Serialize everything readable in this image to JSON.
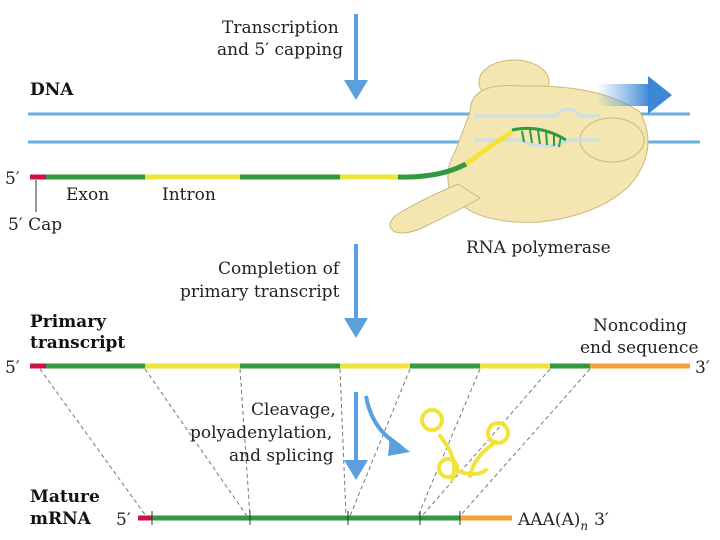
{
  "labels": {
    "step1_line1": "Transcription",
    "step1_line2": "and 5′ capping",
    "dna": "DNA",
    "five_prime_a": "5′",
    "exon": "Exon",
    "intron": "Intron",
    "cap": "5′ Cap",
    "rna_polymerase": "RNA polymerase",
    "step2_line1": "Completion of",
    "step2_line2": "primary transcript",
    "primary_line1": "Primary",
    "primary_line2": "transcript",
    "noncoding_line1": "Noncoding",
    "noncoding_line2": "end sequence",
    "five_prime_b": "5′",
    "three_prime_b": "3′",
    "step3_line1": "Cleavage,",
    "step3_line2": "polyadenylation,",
    "step3_line3": "and splicing",
    "mature_line1": "Mature",
    "mature_line2": "mRNA",
    "five_prime_c": "5′",
    "poly_a_tail": "AAA(A)",
    "poly_a_n": "n",
    "three_prime_c": "3′"
  },
  "colors": {
    "exon": "#2f9a3f",
    "intron": "#f2e33a",
    "cap": "#d0104a",
    "noncoding": "#f0a234",
    "dna": "#6aaee0",
    "arrow": "#5b9fdc",
    "polymerase": "#f4e6b0"
  }
}
